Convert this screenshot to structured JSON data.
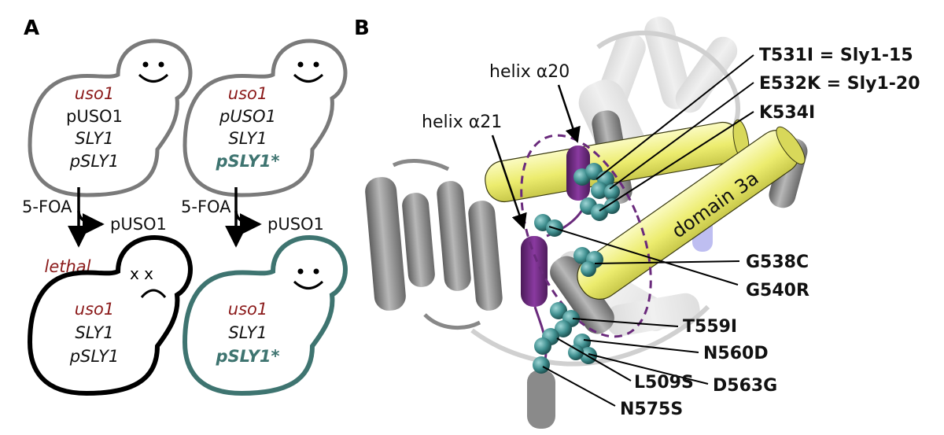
{
  "panels": {
    "a": "A",
    "b": "B"
  },
  "colors": {
    "red_gene": "#8b1a1a",
    "teal": "#3e7470",
    "grey_cell": "#7a7a7a",
    "yellow_helix": "#f2f28a",
    "purple_helix": "#6a2a7c",
    "sphere": "#3f8f8f"
  },
  "cells": {
    "top_left": [
      "uso1",
      "pUSO1",
      "SLY1",
      "pSLY1"
    ],
    "top_right": [
      "uso1",
      "pUSO1",
      "SLY1",
      "pSLY1*"
    ],
    "bottom_left": [
      "uso1",
      "SLY1",
      "pSLY1"
    ],
    "bottom_right": [
      "uso1",
      "SLY1",
      "pSLY1*"
    ]
  },
  "arrows": {
    "left_reagent": "5-FOA",
    "left_product": "pUSO1",
    "right_reagent": "5-FOA",
    "right_product": "pUSO1"
  },
  "outcome_left": "lethal",
  "faces": {
    "happy": "smile",
    "dead_eyes": "x x"
  },
  "structure_labels": {
    "helix_a20": "helix α20",
    "helix_a21": "helix α21",
    "domain": "domain 3a",
    "mutations": [
      "T531I = Sly1-15",
      "E532K = Sly1-20",
      "K534I",
      "G538C",
      "G540R",
      "T559I",
      "N560D",
      "L509S",
      "D563G",
      "N575S"
    ]
  }
}
